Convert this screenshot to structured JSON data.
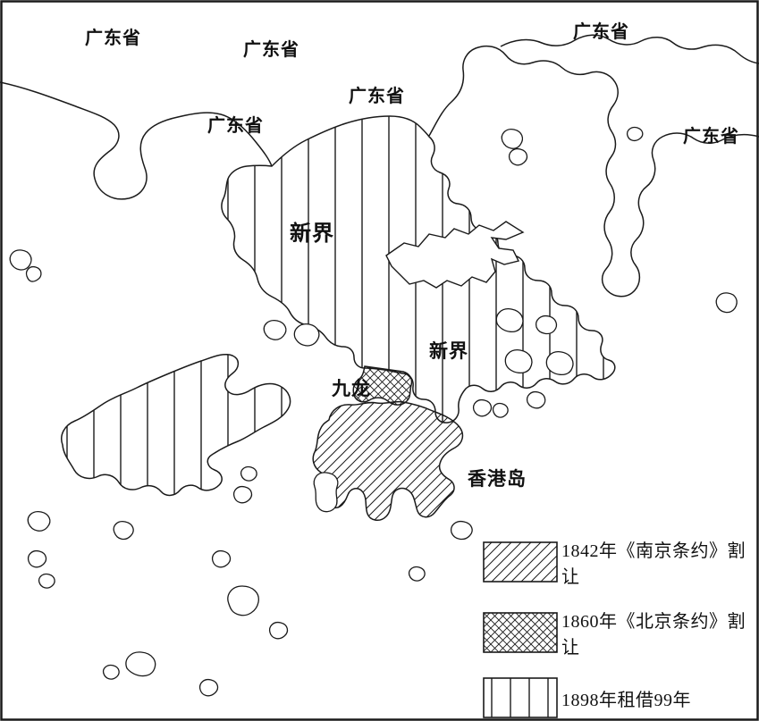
{
  "map": {
    "province_labels": [
      {
        "text": "广东省"
      },
      {
        "text": "广东省"
      },
      {
        "text": "广东省"
      },
      {
        "text": "广东省"
      },
      {
        "text": "广东省"
      },
      {
        "text": "广东省"
      }
    ],
    "region_labels": {
      "new_territories_main": "新界",
      "new_territories_east": "新界",
      "kowloon": "九龙",
      "hong_kong_island": "香港岛"
    }
  },
  "legend": {
    "items": [
      {
        "pattern": "diagonal-hatch",
        "label": "1842年《南京条约》割让"
      },
      {
        "pattern": "crosshatch",
        "label": "1860年《北京条约》割让"
      },
      {
        "pattern": "vertical-stripes",
        "label": "1898年租借99年"
      }
    ]
  },
  "colors": {
    "line": "#1a1a1a",
    "background": "#ffffff"
  }
}
